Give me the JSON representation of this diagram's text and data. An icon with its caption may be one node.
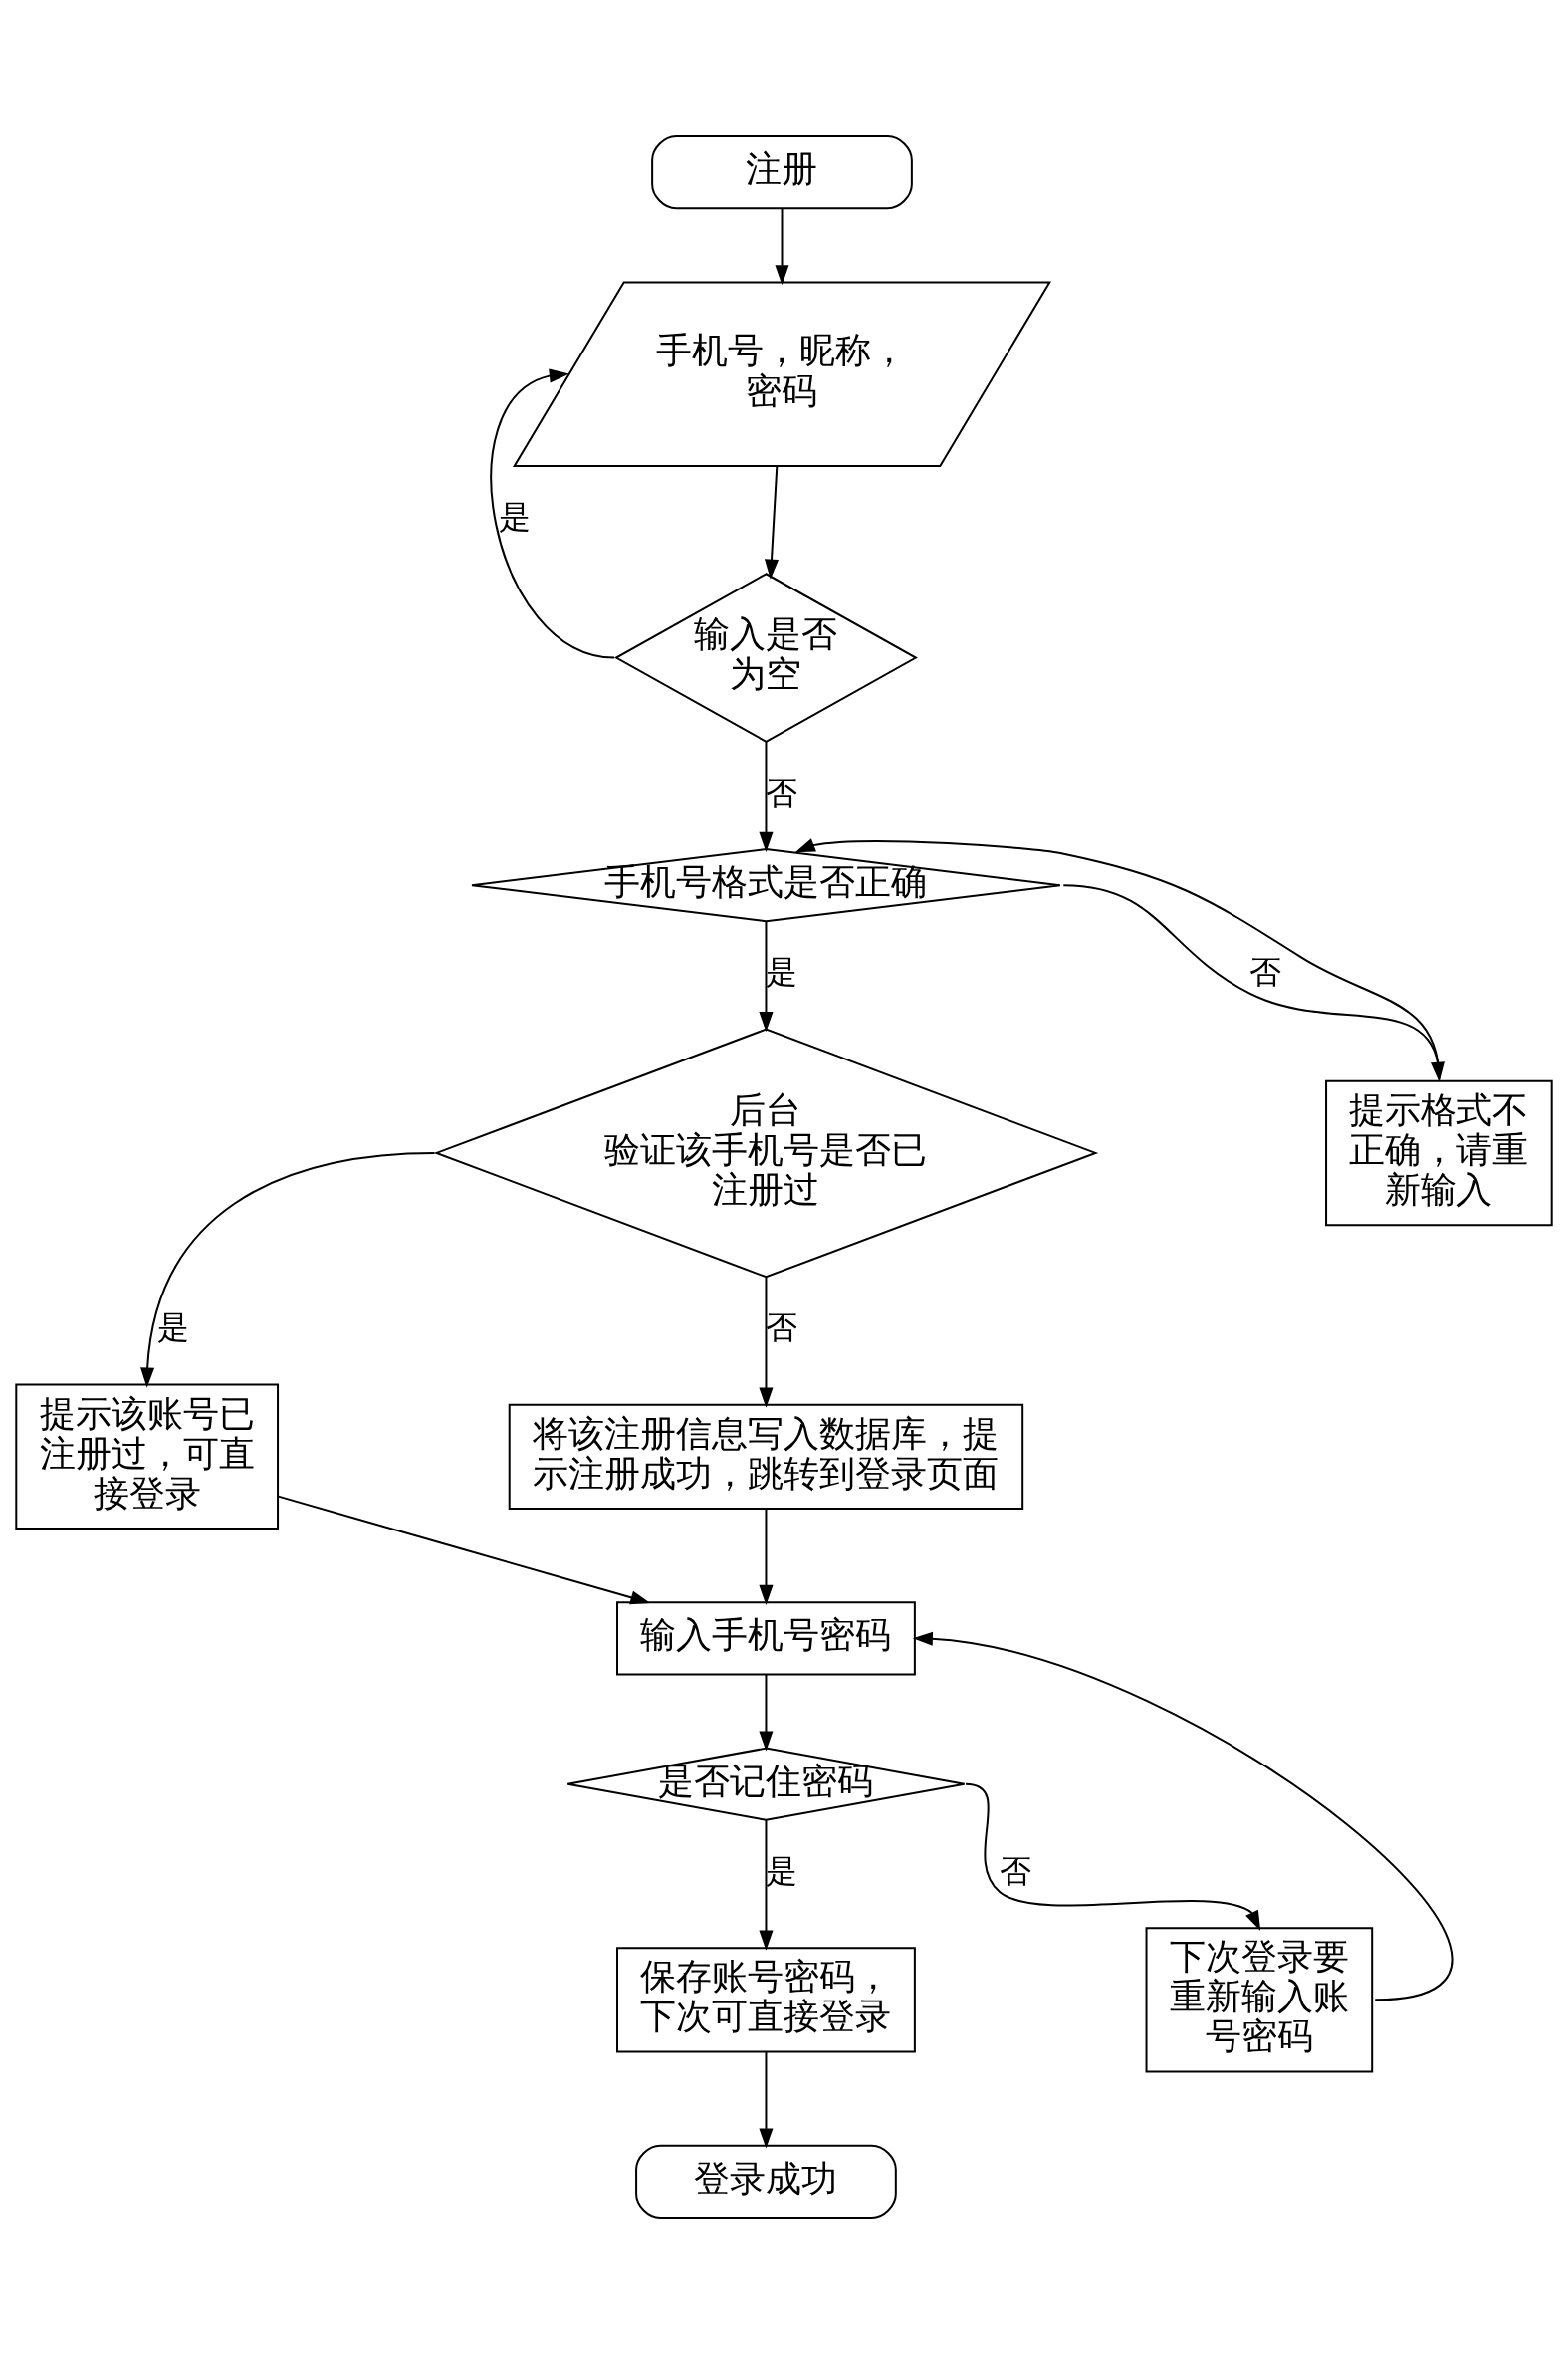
{
  "diagram": {
    "nodes": [
      {
        "text": [
          "注册"
        ]
      },
      {
        "text": [
          "手机号，昵称，密码"
        ]
      },
      {
        "text": [
          "输入是否为空"
        ]
      },
      {
        "text": [
          "手机号格式是否正确"
        ]
      },
      {
        "text": [
          "提示格式不正确，请重新输入"
        ]
      },
      {
        "text": [
          "后台验证该手机号是否已注册过"
        ]
      },
      {
        "text": [
          "提示该账号已注册过，可直接登录"
        ]
      },
      {
        "text": [
          "将该注册信息写入数据库，提示注册成功，跳转到登录页面"
        ]
      },
      {
        "text": [
          "输入手机号密码"
        ]
      },
      {
        "text": [
          "是否记住密码"
        ]
      },
      {
        "text": [
          "保存账号密码，下次可直接登录"
        ]
      },
      {
        "text": [
          "下次登录要重新输入账号密码"
        ]
      },
      {
        "text": [
          "登录成功"
        ]
      }
    ],
    "edges": [
      {
        "from": 0,
        "to": 1,
        "arrow": "to"
      },
      {
        "from": 1,
        "to": 2,
        "arrow": "to"
      },
      {
        "from": 2,
        "to": 1,
        "arrow": "to",
        "label": "是"
      },
      {
        "from": 2,
        "to": 3,
        "arrow": "to",
        "label": "否"
      },
      {
        "from": 3,
        "to": 4,
        "arrow": "to",
        "label": "否"
      },
      {
        "from": 4,
        "to": 3,
        "arrow": "to"
      },
      {
        "from": 3,
        "to": 5,
        "arrow": "to",
        "label": "是"
      },
      {
        "from": 5,
        "to": 6,
        "arrow": "to",
        "label": "是"
      },
      {
        "from": 5,
        "to": 7,
        "arrow": "to",
        "label": "否"
      },
      {
        "from": 6,
        "to": 8,
        "arrow": "to"
      },
      {
        "from": 7,
        "to": 8,
        "arrow": "to"
      },
      {
        "from": 8,
        "to": 9,
        "arrow": "to"
      },
      {
        "from": 9,
        "to": 10,
        "arrow": "to",
        "label": "是"
      },
      {
        "from": 9,
        "to": 11,
        "arrow": "to",
        "label": "否"
      },
      {
        "from": 11,
        "to": 8,
        "arrow": "to"
      },
      {
        "from": 10,
        "to": 12,
        "arrow": "to"
      }
    ]
  }
}
